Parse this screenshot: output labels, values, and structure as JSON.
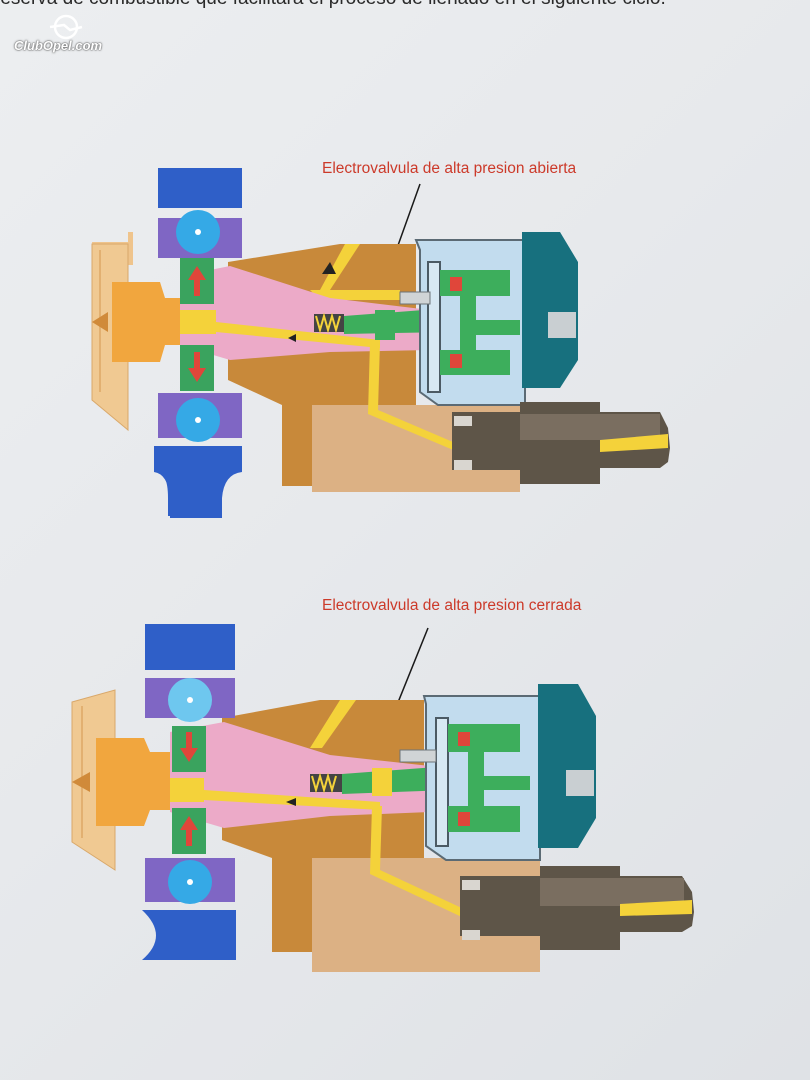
{
  "page": {
    "top_text": "reserva de combustible que facilitara el proceso de llenado en el siguiente ciclo.",
    "watermark": "ClubOpel.com"
  },
  "diagrams": [
    {
      "caption": "Electrovalvula de alta presion abierta",
      "state": "open"
    },
    {
      "caption": "Electrovalvula de alta presion cerrada",
      "state": "closed"
    }
  ],
  "colors": {
    "caption": "#cc3a2a",
    "roller_blue": "#2f5fc8",
    "ring_purple": "#7f66c4",
    "ball_cyan": "#35a9e6",
    "piston_green": "#3aa35e",
    "arrow_red": "#e0463a",
    "chamber_pink": "#ecaac8",
    "body_brown": "#c8893a",
    "base_tan": "#dcb184",
    "fuel_yellow": "#f4d23a",
    "valve_green": "#3dae5c",
    "solenoid_light_blue": "#c2dcee",
    "coil_teal": "#17707e",
    "injector_dark": "#5e5548"
  }
}
